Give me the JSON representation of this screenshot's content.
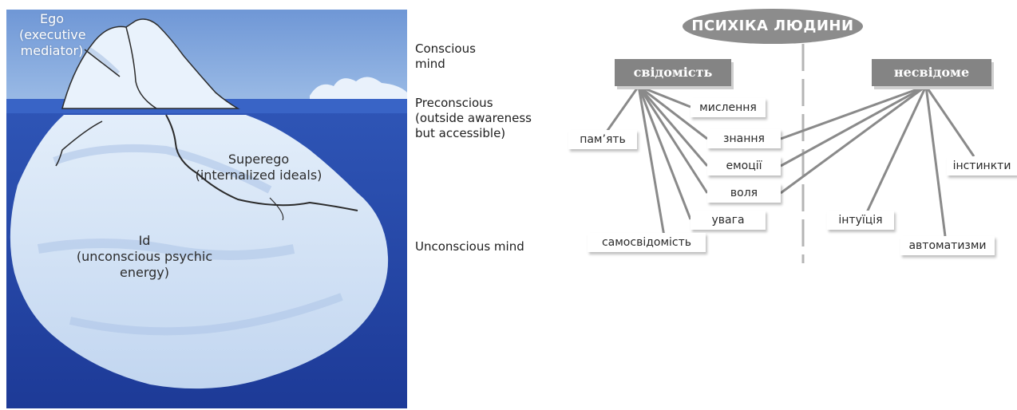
{
  "iceberg": {
    "ego_label": "Ego",
    "ego_desc_1": "(executive",
    "ego_desc_2": "mediator)",
    "superego_label": "Superego",
    "superego_desc": "(internalized ideals)",
    "id_label": "Id",
    "id_desc_1": "(unconscious psychic",
    "id_desc_2": "energy)"
  },
  "levels": {
    "conscious_1": "Conscious",
    "conscious_2": "mind",
    "preconscious_1": "Preconscious",
    "preconscious_2": "(outside awareness",
    "preconscious_3": "but accessible)",
    "unconscious": "Unconscious mind"
  },
  "diagram": {
    "title": "ПСИХІКА ЛЮДИНИ",
    "conscious": "свідомість",
    "unconscious": "несвідоме",
    "terms": {
      "thinking": "мислення",
      "memory": "пам’ять",
      "knowledge": "знання",
      "emotions": "емоції",
      "will": "воля",
      "attention": "увага",
      "self_awareness": "самосвідомість",
      "instincts": "інстинкти",
      "intuition": "інтуїція",
      "automatisms": "автоматизми"
    }
  },
  "colors": {
    "deep_water": "#22409c",
    "surface_water": "#3a63c4",
    "sky": "#7ea6dc",
    "ice": "#dbe9f7",
    "box_grey": "#848484",
    "line_grey": "#8a8a8a"
  }
}
